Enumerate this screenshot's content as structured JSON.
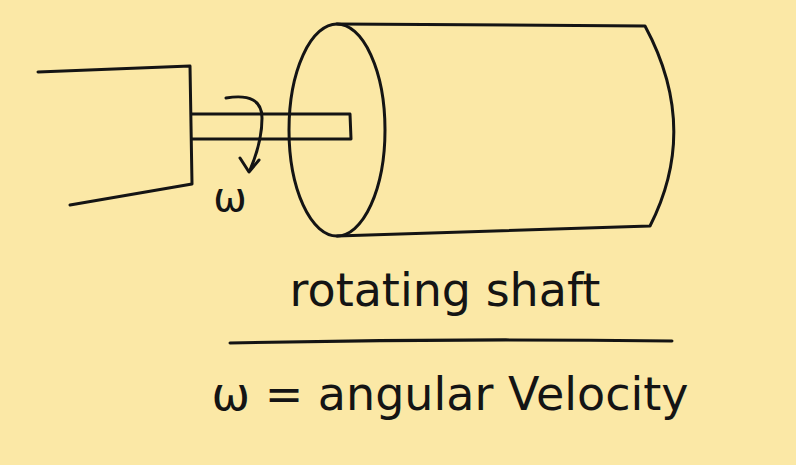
{
  "diagram": {
    "labels": [
      "ω",
      "rotating shaft",
      "ω = angular Velocity"
    ]
  }
}
